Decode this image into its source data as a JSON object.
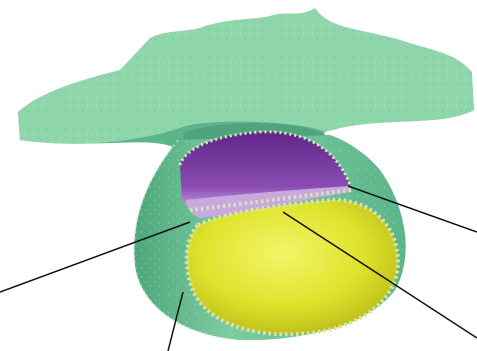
{
  "figure": {
    "colors": {
      "background": "#ffffff",
      "body_green": "#86d2a4",
      "body_green_shadow": "#5cb48a",
      "top_surface": "#9adbb2",
      "vesicle_green": "#6fc49a",
      "purple_cavity": "#7e3fa3",
      "purple_light": "#b489cf",
      "yellow_interior": "#e2e62a",
      "membrane_dots": "#d8e8b4",
      "leader_line": "#111111"
    },
    "components": {
      "dome_shell": {
        "icon": "green-outer-shell"
      },
      "purple_region": {
        "icon": "purple-cavity"
      },
      "yellow_region": {
        "icon": "yellow-interior"
      },
      "boundary_membrane": {
        "icon": "dotted-membrane"
      }
    },
    "callouts": [
      {
        "label": ""
      },
      {
        "label": ""
      },
      {
        "label": ""
      },
      {
        "label": ""
      }
    ]
  }
}
